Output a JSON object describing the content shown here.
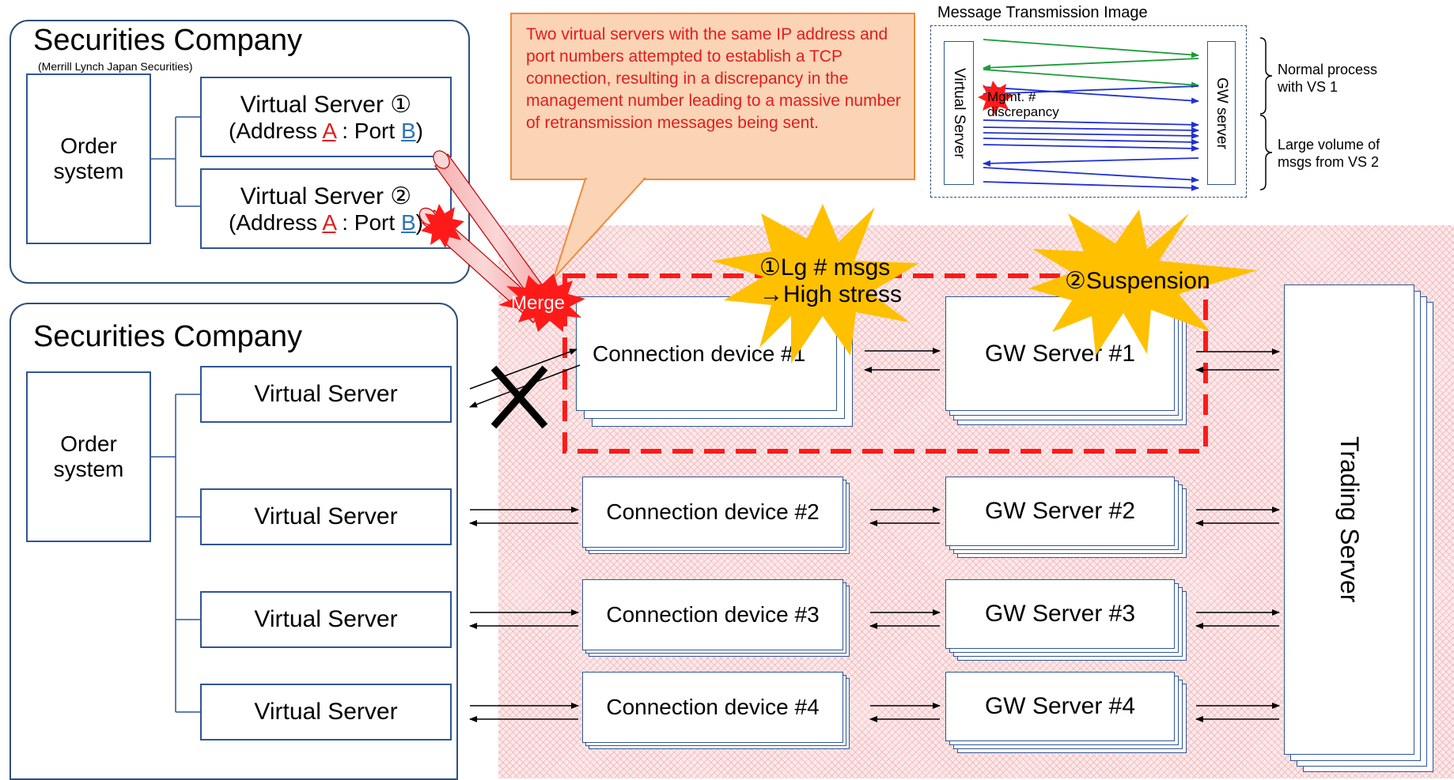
{
  "top_company": {
    "title": "Securities Company",
    "subtitle": "(Merrill Lynch Japan Securities)",
    "order_system": [
      "Order",
      "system"
    ],
    "vs1": {
      "name": "Virtual Server ①",
      "addr_prefix": "(Address ",
      "addr_a": "A",
      "addr_mid": " : Port ",
      "addr_b": "B",
      "addr_suffix": ")"
    },
    "vs2": {
      "name": "Virtual Server ②",
      "addr_prefix": "(Address ",
      "addr_a": "A",
      "addr_mid": " : Port ",
      "addr_b": "B",
      "addr_suffix": ")"
    }
  },
  "bottom_company": {
    "title": "Securities Company",
    "order_system": [
      "Order",
      "system"
    ],
    "virtual_servers": [
      "Virtual Server",
      "Virtual Server",
      "Virtual Server",
      "Virtual Server"
    ]
  },
  "connection_devices": [
    "Connection device #1",
    "Connection device #2",
    "Connection device #3",
    "Connection device #4"
  ],
  "gw_servers": [
    "GW Server #1",
    "GW Server #2",
    "GW Server #3",
    "GW Server #4"
  ],
  "trading_server": "Trading Server",
  "callout": "Two virtual servers with the same IP address and port numbers attempted to establish a TCP connection, resulting in a discrepancy in the management number leading to a massive number of retransmission messages being sent.",
  "merge_label": "Merge",
  "burst1": [
    "①Lg # msgs",
    "→High stress"
  ],
  "burst2": "②Suspension",
  "inset": {
    "title": "Message Transmission Image",
    "left_label": "Virtual Server",
    "right_label": "GW server",
    "discrepancy": [
      "Mgmt. #",
      "discrepancy"
    ],
    "brace1": [
      "Normal process",
      "with VS 1"
    ],
    "brace2": [
      "Large volume of",
      "msgs from VS 2"
    ]
  },
  "colors": {
    "accent_red": "#ff1a1a",
    "callout_text": "#e11d1d",
    "callout_fill": "#fbd3b5",
    "callout_border": "#f08a3a",
    "burst_fill": "#ffc000",
    "box_border": "#2f5597",
    "green_arrow": "#1a9c3a",
    "blue_arrow": "#1f2fd8"
  }
}
